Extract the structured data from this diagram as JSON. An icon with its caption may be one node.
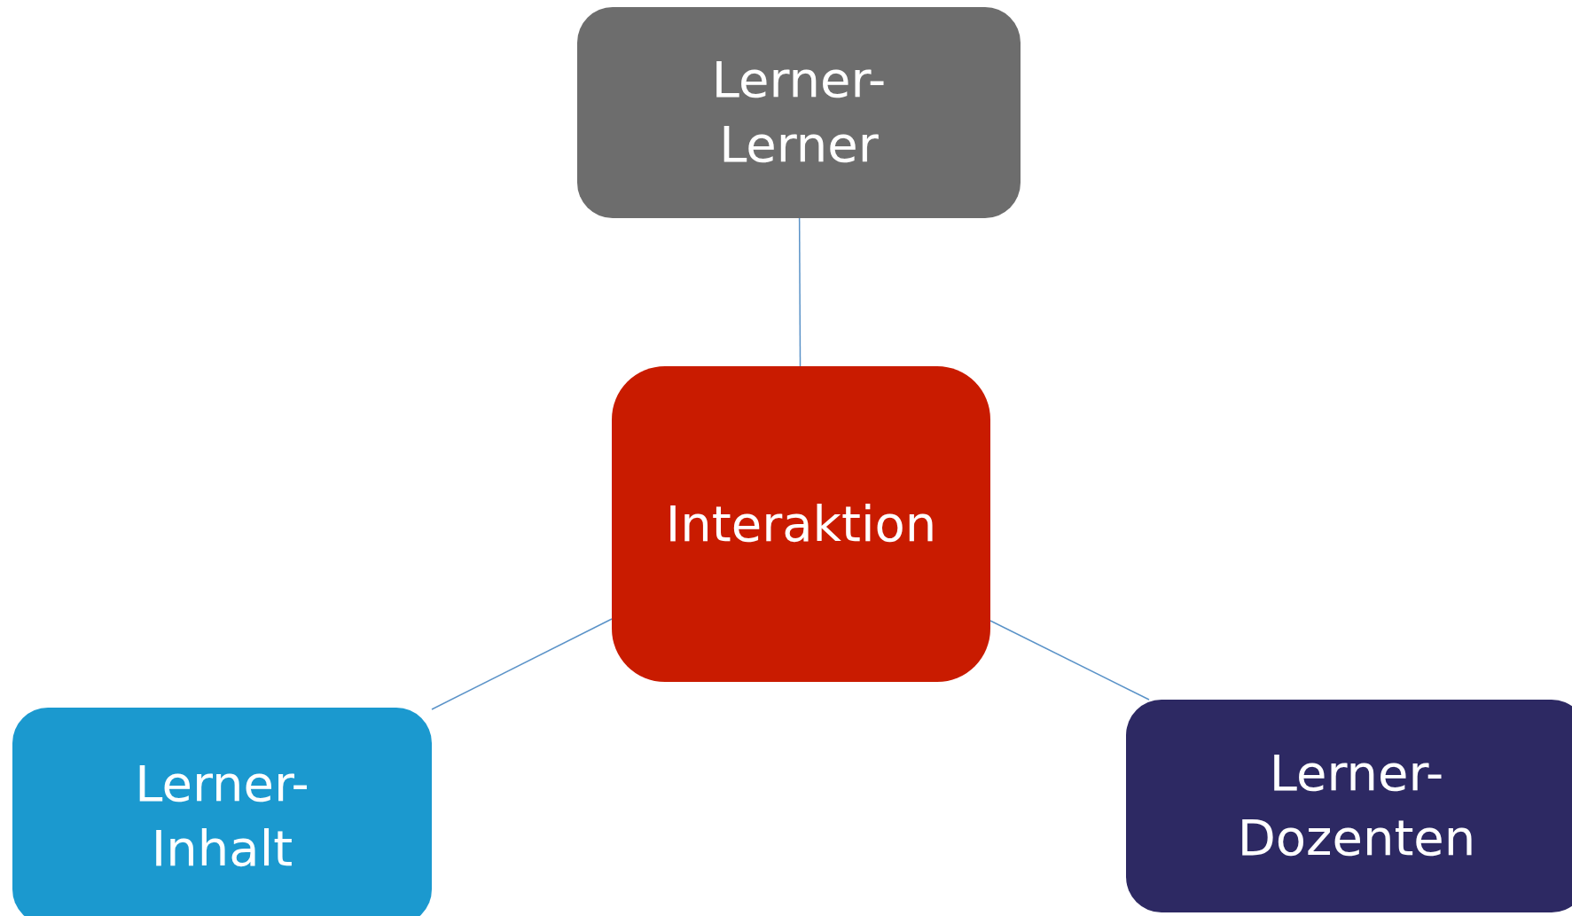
{
  "diagram": {
    "nodes": [
      {
        "text": [
          "Lerner- Lerner"
        ]
      },
      {
        "text": [
          "Interaktion"
        ]
      },
      {
        "text": [
          "Lerner- Inhalt"
        ]
      },
      {
        "text": [
          "Lerner- Dozenten"
        ]
      }
    ],
    "edges": [
      {
        "from": 1,
        "to": 0,
        "arrow": "none"
      },
      {
        "from": 1,
        "to": 2,
        "arrow": "none"
      },
      {
        "from": 1,
        "to": 3,
        "arrow": "none"
      }
    ]
  }
}
